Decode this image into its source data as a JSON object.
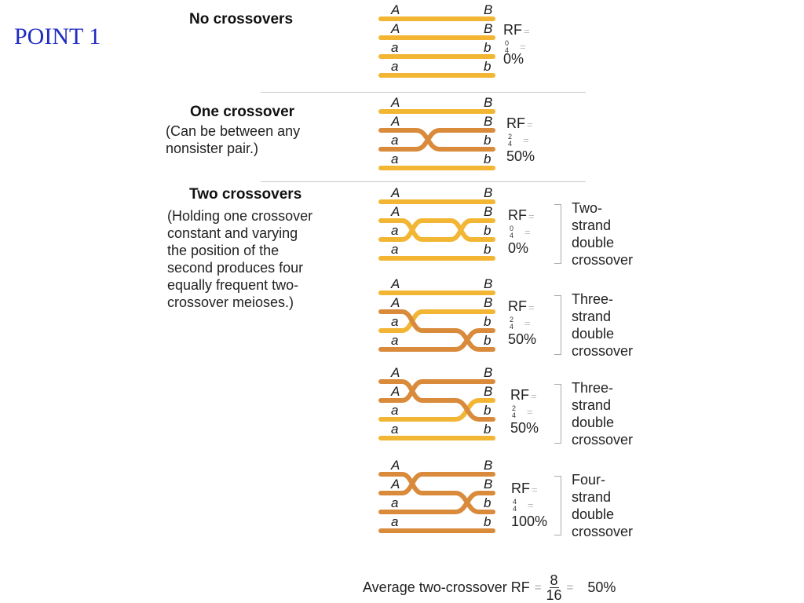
{
  "slide_title": "POINT 1",
  "colors": {
    "light_strand": "#f2b634",
    "dark_strand": "#d98a3a",
    "title_blue": "#1f2bc2"
  },
  "allele_labels": {
    "upper_left": "A",
    "upper_right": "B",
    "lower_left": "a",
    "lower_right": "b"
  },
  "sections": [
    {
      "heading": "No crossovers",
      "description": []
    },
    {
      "heading": "One crossover",
      "description": [
        "(Can be between any",
        "nonsister pair.)"
      ]
    },
    {
      "heading": "Two crossovers",
      "description": [
        "(Holding one crossover",
        "constant and varying",
        "the position of the",
        "second produces four",
        "equally frequent two-",
        "crossover meioses.)"
      ]
    }
  ],
  "rows": [
    {
      "rf_label": "RF",
      "eq": "=",
      "num": "0",
      "den": "4",
      "pct": "0%",
      "type_lines": []
    },
    {
      "rf_label": "RF",
      "eq": "=",
      "num": "2",
      "den": "4",
      "pct": "50%",
      "type_lines": []
    },
    {
      "rf_label": "RF",
      "eq": "=",
      "num": "0",
      "den": "4",
      "pct": "0%",
      "type_lines": [
        "Two-",
        "strand",
        "double",
        "crossover"
      ]
    },
    {
      "rf_label": "RF",
      "eq": "=",
      "num": "2",
      "den": "4",
      "pct": "50%",
      "type_lines": [
        "Three-",
        "strand",
        "double",
        "crossover"
      ]
    },
    {
      "rf_label": "RF",
      "eq": "=",
      "num": "2",
      "den": "4",
      "pct": "50%",
      "type_lines": [
        "Three-",
        "strand",
        "double",
        "crossover"
      ]
    },
    {
      "rf_label": "RF",
      "eq": "=",
      "num": "4",
      "den": "4",
      "pct": "100%",
      "type_lines": [
        "Four-",
        "strand",
        "double",
        "crossover"
      ]
    }
  ],
  "average": {
    "label": "Average two-crossover RF",
    "eq": "=",
    "num": "8",
    "den": "16",
    "eq2": "=",
    "result": "50%"
  }
}
